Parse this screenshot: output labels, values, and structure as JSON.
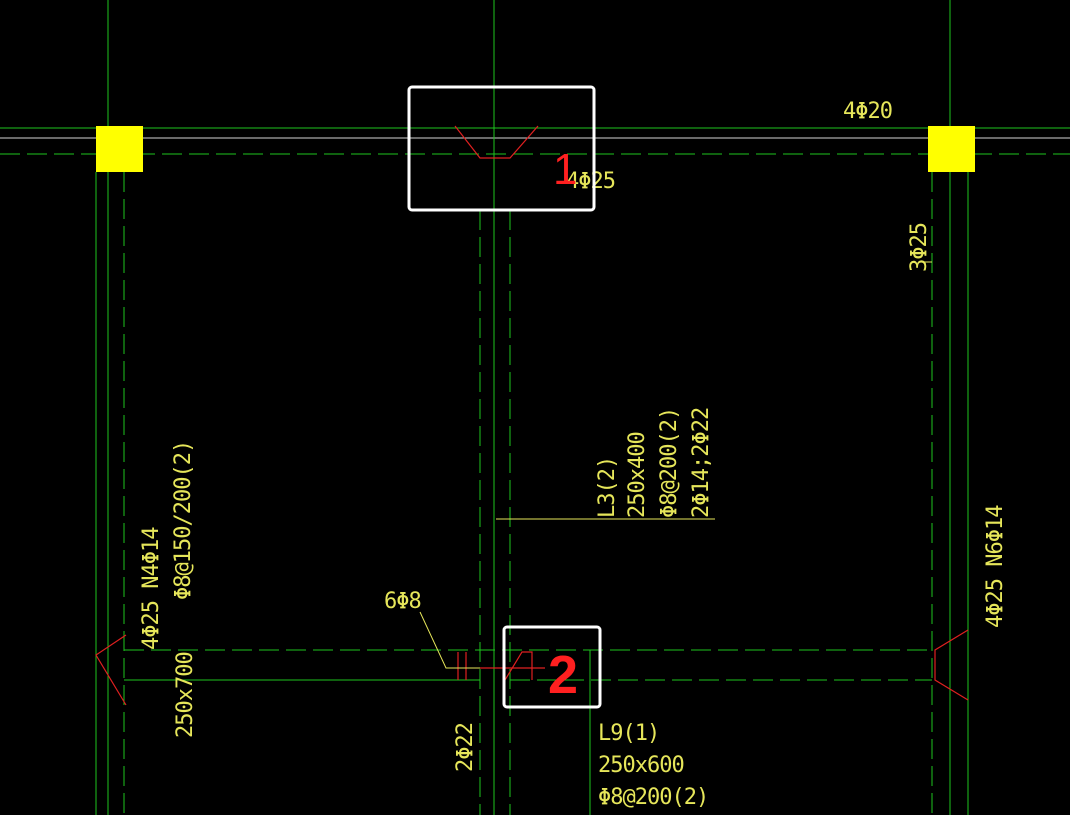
{
  "annotations": {
    "top_right_bars": "4Φ20",
    "top_middle_bars": "4Φ25",
    "right_column_bars": "3Φ25",
    "beam_l3": [
      "L3(2)",
      "250x400",
      "Φ8@200(2)",
      "2Φ14;2Φ22"
    ],
    "left_beam": [
      "4Φ25 N4Φ14",
      "Φ8@150/200(2)"
    ],
    "left_beam_size": "250x700",
    "right_beam": "4Φ25 N6Φ14",
    "stirrups": "6Φ8",
    "bottom_bars": "2Φ22",
    "beam_l9": [
      "L9(1)",
      "250x600",
      "Φ8@200(2)"
    ]
  },
  "markers": {
    "mark1": "1",
    "mark2": "2"
  },
  "colors": {
    "background": "#000000",
    "grid": "#1ec41e",
    "text": "#e6e65a",
    "column": "#ffff00",
    "marker": "#ff2020",
    "highlight": "#ffffff"
  }
}
